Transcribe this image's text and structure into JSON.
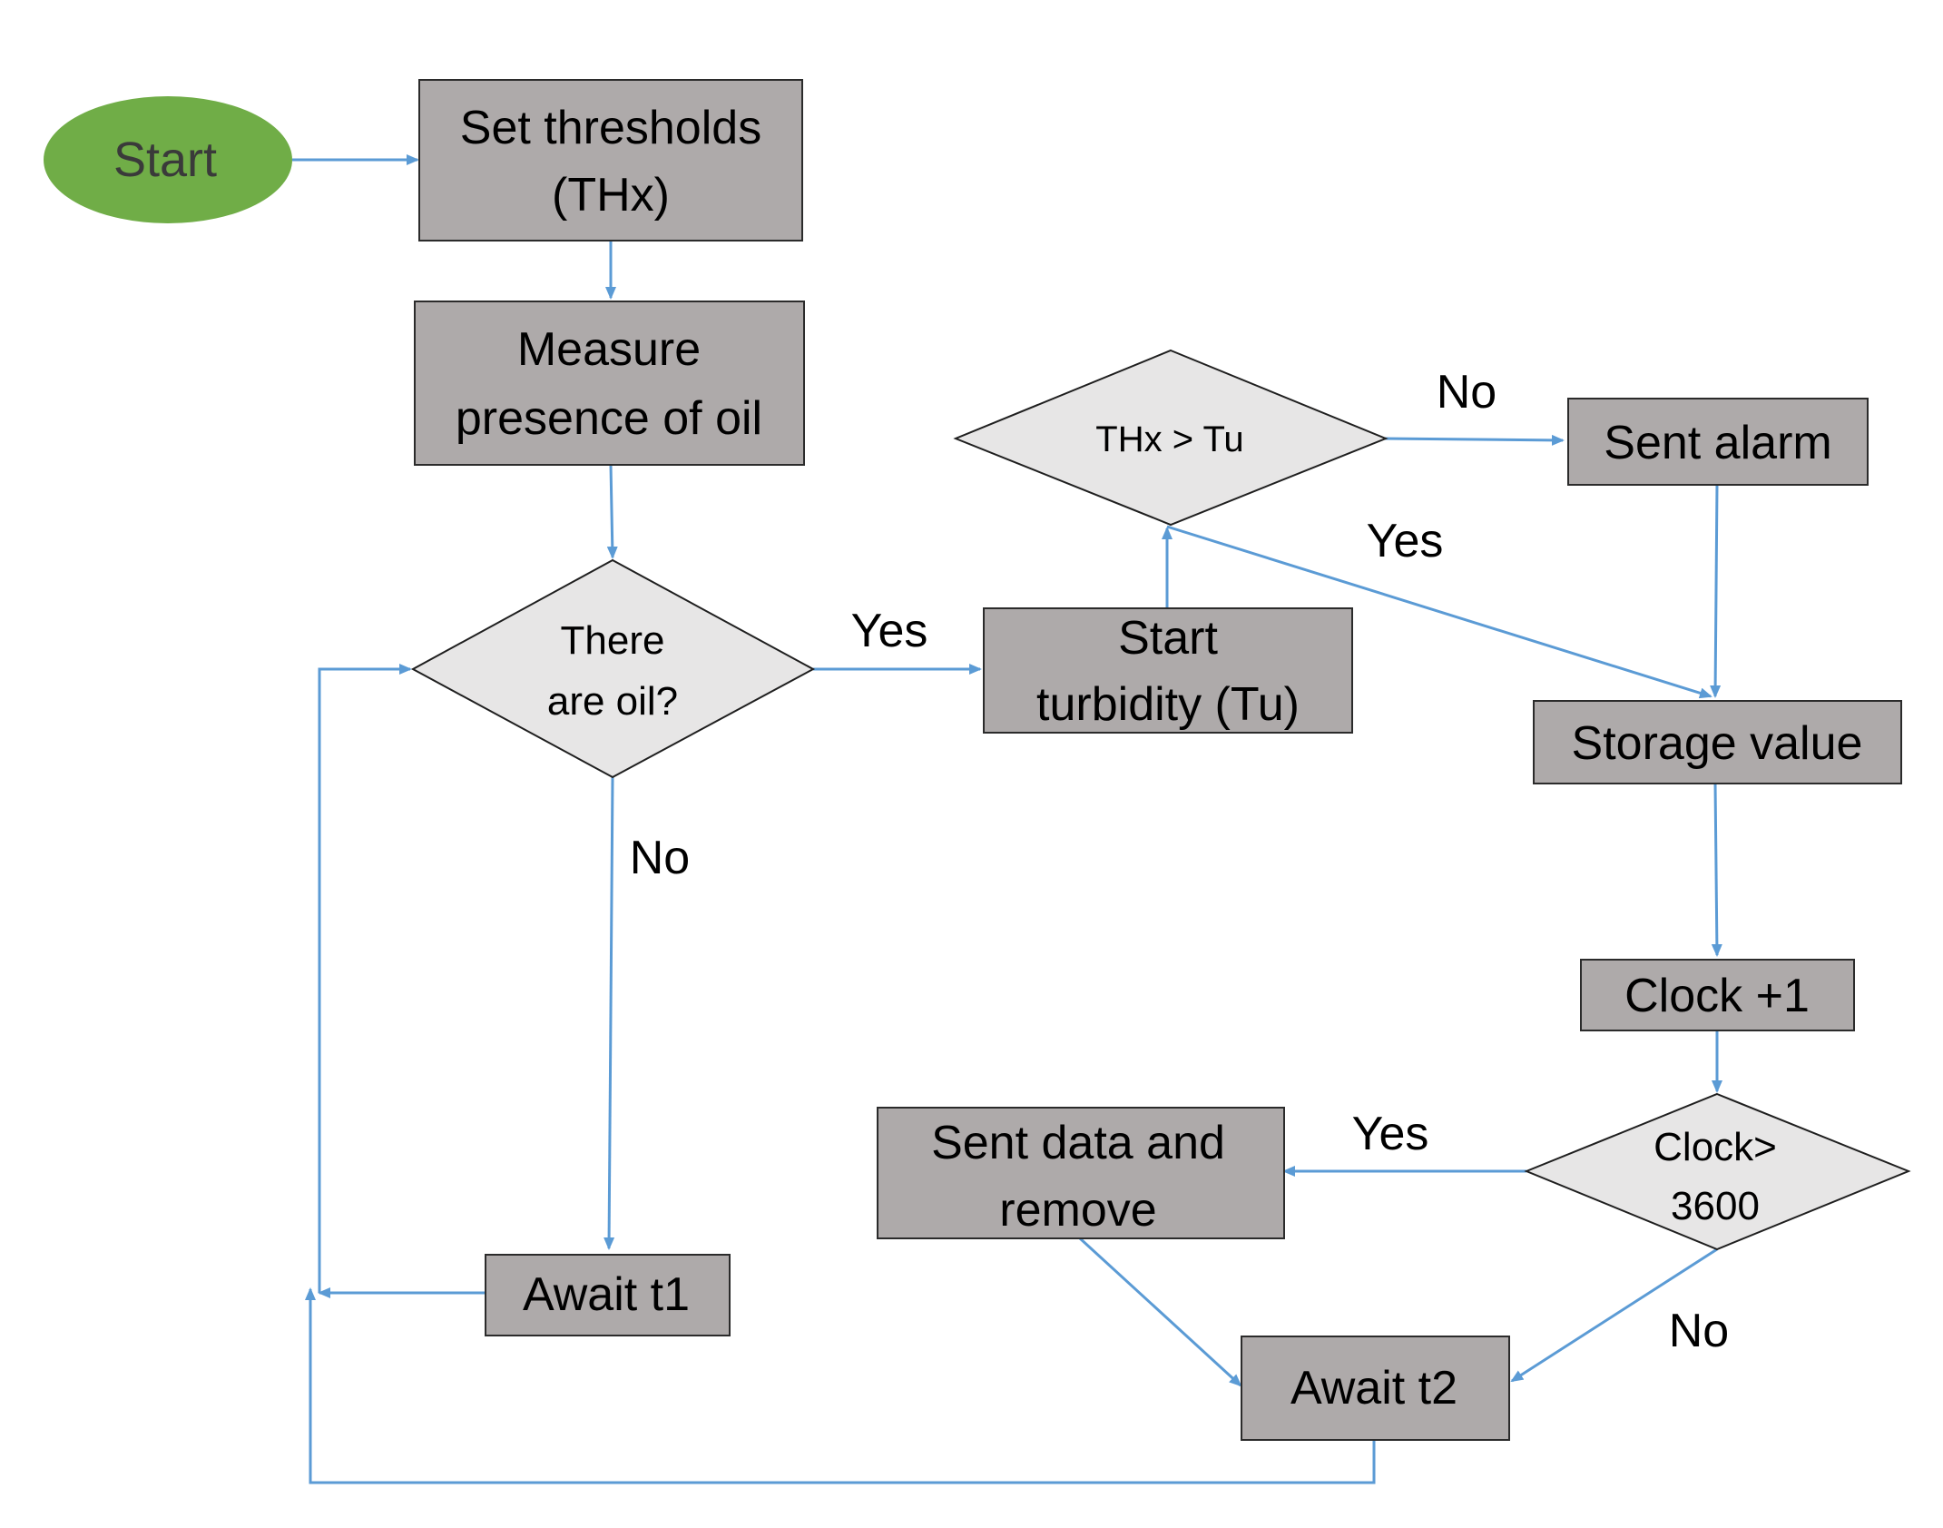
{
  "colors": {
    "process_fill": "#aeaaaa",
    "process_stroke": "#2b2b2b",
    "decision_fill": "#e7e6e6",
    "decision_stroke": "#1f1f1f",
    "start_fill": "#70ad47",
    "connector": "#5b9bd5"
  },
  "nodes": {
    "start": {
      "label": "Start"
    },
    "set_thresholds": {
      "line1": "Set thresholds",
      "line2": "(THx)"
    },
    "measure_oil": {
      "line1": "Measure",
      "line2": "presence of oil"
    },
    "there_are_oil": {
      "line1": "There",
      "line2": "are oil?"
    },
    "start_turbidity": {
      "line1": "Start",
      "line2": "turbidity (Tu)"
    },
    "thx_gt_tu": {
      "label": "THx > Tu"
    },
    "sent_alarm": {
      "label": "Sent alarm"
    },
    "storage_value": {
      "label": "Storage value"
    },
    "clock_plus_1": {
      "label": "Clock +1"
    },
    "clock_gt_3600": {
      "line1": "Clock>",
      "line2": "3600"
    },
    "sent_data_remove": {
      "line1": "Sent data and",
      "line2": "remove"
    },
    "await_t1": {
      "label": "Await t1"
    },
    "await_t2": {
      "label": "Await t2"
    }
  },
  "edge_labels": {
    "oil_yes": "Yes",
    "oil_no": "No",
    "thx_no": "No",
    "thx_yes": "Yes",
    "clock_yes": "Yes",
    "clock_no": "No"
  }
}
